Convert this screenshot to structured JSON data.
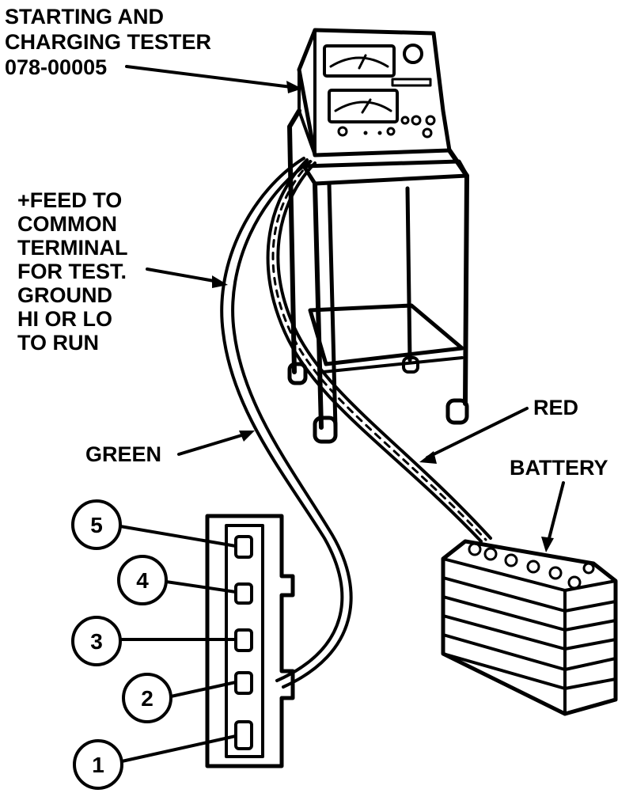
{
  "labels": {
    "tester_line1": "STARTING  AND",
    "tester_line2": "CHARGING TESTER",
    "tester_line3": "078-00005",
    "feed_line1": "+FEED TO",
    "feed_line2": "COMMON",
    "feed_line3": "TERMINAL",
    "feed_line4": "FOR TEST.",
    "feed_line5": "GROUND",
    "feed_line6": "HI OR LO",
    "feed_line7": "TO RUN",
    "green": "GREEN",
    "red": "RED",
    "battery": "BATTERY"
  },
  "terminals": [
    {
      "number": "5"
    },
    {
      "number": "4"
    },
    {
      "number": "3"
    },
    {
      "number": "2"
    },
    {
      "number": "1"
    }
  ]
}
